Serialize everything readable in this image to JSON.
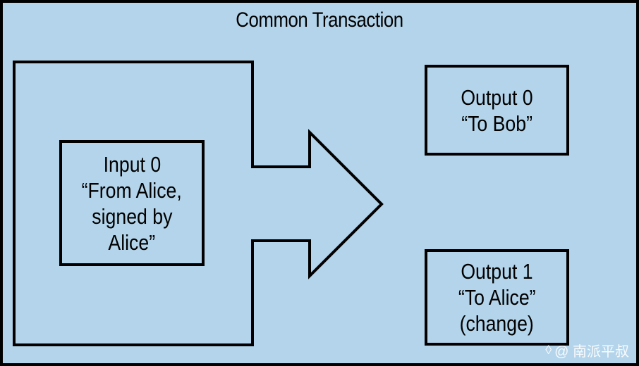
{
  "title": "Common Transaction",
  "input": {
    "lines": [
      "Input 0",
      "“From Alice,",
      "signed by",
      "Alice”"
    ]
  },
  "outputs": [
    {
      "lines": [
        "Output 0",
        "“To Bob”"
      ]
    },
    {
      "lines": [
        "Output 1",
        "“To Alice”",
        "(change)"
      ]
    }
  ],
  "watermark": {
    "icon": "diamond-logo-icon",
    "text": "@ 南派平叔"
  },
  "colors": {
    "background": "#b3d4ea",
    "stroke": "#000000"
  }
}
